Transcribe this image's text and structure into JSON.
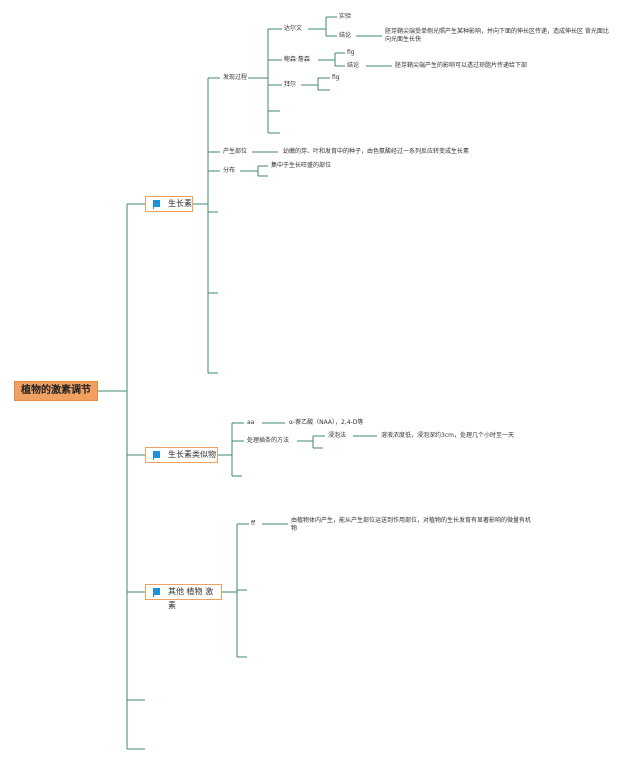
{
  "root": "植物的激素调节",
  "branches": {
    "auxin": {
      "label": "生长素",
      "discovery": {
        "label": "发现过程",
        "darwin": {
          "label": "达尔文",
          "experiment": "实验",
          "conclusion": "结论",
          "conclusion_text": "胚芽鞘尖端受单侧光照产生某种影响，并向下面的伸长区传递，造成伸长区 背光面比向光面生长快"
        },
        "jensen": {
          "label": "鲍森·詹森",
          "fig": "fig",
          "conclusion": "结论",
          "conclusion_text": "胚芽鞘尖端产生的影响可以透过琼脂片传递给下部"
        },
        "paal": {
          "label": "拜尔",
          "fig": "fig"
        }
      },
      "origin": {
        "label": "产生部位",
        "text": "幼嫩的芽、叶和发育中的种子，由色氨酸经过一系列反应转变成生长素"
      },
      "distribution": {
        "label": "分布",
        "text": "集中于生长旺盛的部位"
      }
    },
    "analogs": {
      "label": "生长素类似物",
      "aa": {
        "label": "aa",
        "text": "α-萘乙酸（NAA），2,4-D等"
      },
      "method": {
        "label": "处理插条的方法",
        "soak": "浸泡法",
        "soak_text": "溶液浓度低，浸泡深约3cm，处理几个小时至一天"
      }
    },
    "others": {
      "label": "其他 植物 激素",
      "ff": {
        "label": "ff",
        "text": "由植物体内产生，能从产生部位运送到作用部位，对植物的生长发育有显著影响的微量有机物"
      }
    }
  },
  "colors": {
    "line": "#3f8a6c",
    "root_fill": "#f0a060",
    "branch_border": "#f0a060",
    "flag": "#1f8fd6"
  }
}
